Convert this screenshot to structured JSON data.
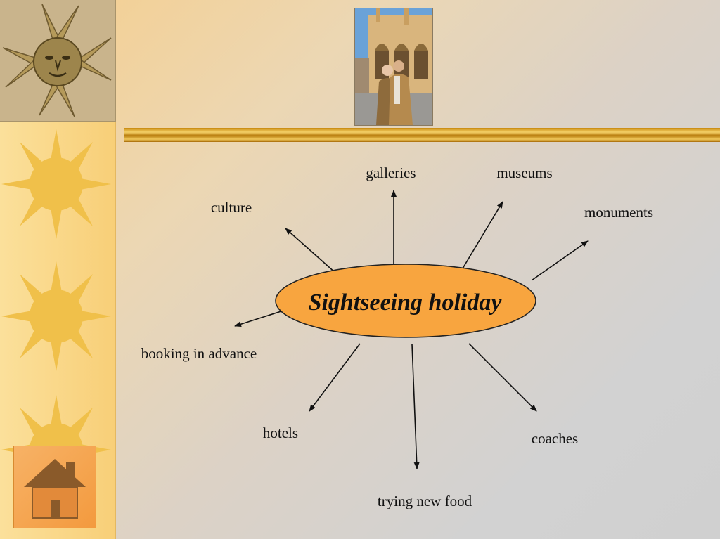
{
  "diagram": {
    "center": "Sightseeing holiday",
    "nodes": [
      "galleries",
      "museums",
      "monuments",
      "culture",
      "booking in advance",
      "hotels",
      "trying new food",
      "coaches"
    ]
  },
  "colors": {
    "ellipse_fill": "#f8a53f",
    "arrow": "#111111",
    "home_button": "#f39a3e"
  },
  "icons": [
    "sun-icon",
    "home-icon"
  ]
}
